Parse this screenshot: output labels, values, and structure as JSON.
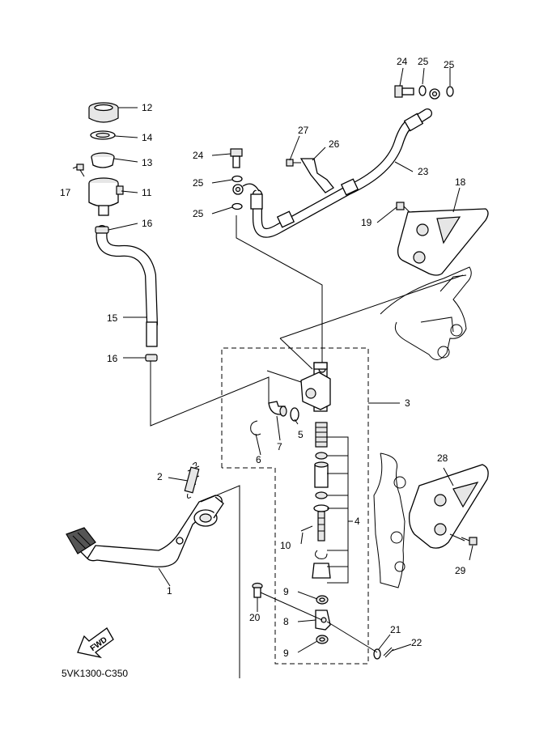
{
  "diagram": {
    "code": "5VK1300-C350",
    "fwd_text": "FWD",
    "labels": {
      "p1": "1",
      "p2": "2",
      "p3": "3",
      "p4": "4",
      "p5": "5",
      "p6": "6",
      "p7": "7",
      "p8": "8",
      "p9a": "9",
      "p9b": "9",
      "p10": "10",
      "p11": "11",
      "p12": "12",
      "p13": "13",
      "p14": "14",
      "p15": "15",
      "p16a": "16",
      "p16b": "16",
      "p17": "17",
      "p18": "18",
      "p19": "19",
      "p20": "20",
      "p21": "21",
      "p22": "22",
      "p23": "23",
      "p24a": "24",
      "p24b": "24",
      "p25a": "25",
      "p25b": "25",
      "p25c": "25",
      "p25d": "25",
      "p26": "26",
      "p27": "27",
      "p28": "28",
      "p29": "29"
    }
  }
}
